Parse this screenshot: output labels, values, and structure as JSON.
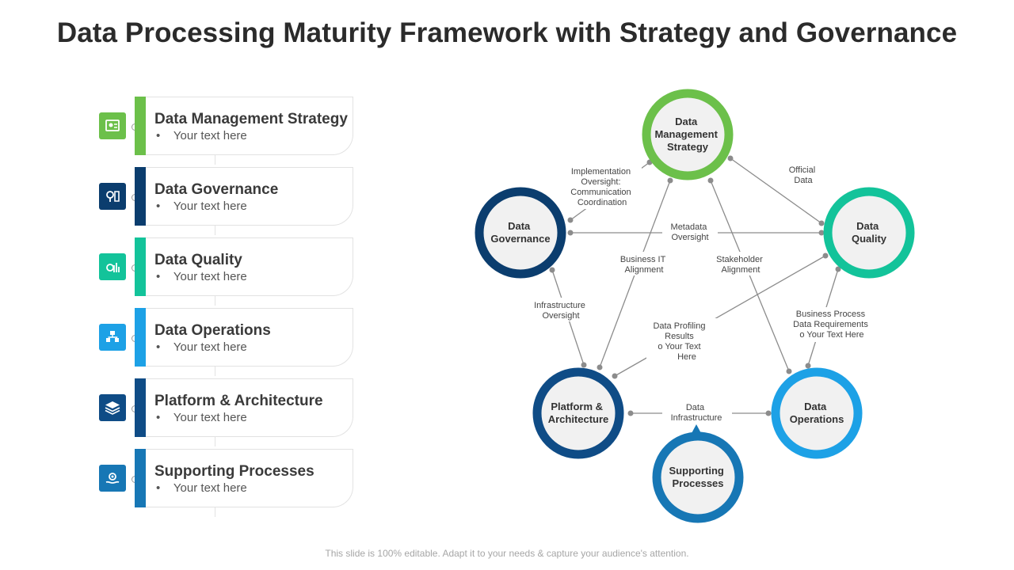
{
  "title": "Data Processing Maturity Framework with Strategy and Governance",
  "footer": "This slide is 100% editable. Adapt it to your needs & capture your audience's attention.",
  "list": [
    {
      "title": "Data Management Strategy",
      "text": "Your text here",
      "color": "#6cc04a",
      "icon": "strategy-icon"
    },
    {
      "title": "Data Governance",
      "text": "Your text here",
      "color": "#0b3d6e",
      "icon": "governance-icon"
    },
    {
      "title": "Data Quality",
      "text": "Your text here",
      "color": "#13c39a",
      "icon": "quality-icon"
    },
    {
      "title": "Data Operations",
      "text": "Your text here",
      "color": "#1da1e6",
      "icon": "operations-icon"
    },
    {
      "title": "Platform & Architecture",
      "text": "Your text here",
      "color": "#0f4c86",
      "icon": "layers-icon"
    },
    {
      "title": "Supporting Processes",
      "text": "Your text here",
      "color": "#1777b5",
      "icon": "process-icon"
    }
  ],
  "nodes": {
    "strategy": {
      "lines": [
        "Data",
        "Management",
        "Strategy"
      ],
      "color": "#6cc04a"
    },
    "governance": {
      "lines": [
        "Data",
        "Governance"
      ],
      "color": "#0b3d6e"
    },
    "quality": {
      "lines": [
        "Data",
        "Quality"
      ],
      "color": "#13c39a"
    },
    "platform": {
      "lines": [
        "Platform &",
        "Architecture"
      ],
      "color": "#0f4c86"
    },
    "operations": {
      "lines": [
        "Data",
        "Operations"
      ],
      "color": "#1da1e6"
    },
    "supporting": {
      "lines": [
        "Supporting",
        "Processes"
      ],
      "color": "#1777b5"
    }
  },
  "edge_labels": {
    "implementation": [
      "Implementation",
      "Oversight:",
      "Communication",
      "Coordination"
    ],
    "official": [
      "Official",
      "Data"
    ],
    "metadata": [
      "Metadata",
      "Oversight"
    ],
    "business_it": [
      "Business IT",
      "Alignment"
    ],
    "stakeholder": [
      "Stakeholder",
      "Alignment"
    ],
    "infrastructure_oversight": [
      "Infrastructure",
      "Oversight"
    ],
    "profiling": [
      "Data Profiling",
      "Results",
      "o    Your Text",
      "Here"
    ],
    "business_process": [
      "Business Process",
      "Data Requirements",
      "o    Your Text Here"
    ],
    "data_infrastructure": [
      "Data",
      "Infrastructure"
    ]
  }
}
